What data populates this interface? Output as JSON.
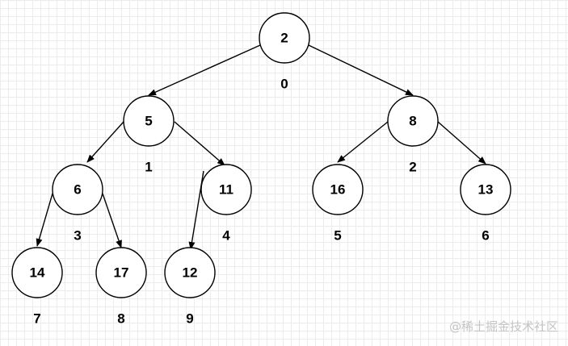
{
  "diagram": {
    "type": "binary-heap-tree",
    "colors": {
      "stroke": "#000000",
      "node_fill": "#ffffff",
      "grid": "#ececec",
      "watermark": "#c4c4c4"
    },
    "nodes": [
      {
        "value": "2",
        "index": "0"
      },
      {
        "value": "5",
        "index": "1"
      },
      {
        "value": "8",
        "index": "2"
      },
      {
        "value": "6",
        "index": "3"
      },
      {
        "value": "11",
        "index": "4"
      },
      {
        "value": "16",
        "index": "5"
      },
      {
        "value": "13",
        "index": "6"
      },
      {
        "value": "14",
        "index": "7"
      },
      {
        "value": "17",
        "index": "8"
      },
      {
        "value": "12",
        "index": "9"
      }
    ],
    "edges": [
      {
        "from": "2",
        "to": "5"
      },
      {
        "from": "2",
        "to": "8"
      },
      {
        "from": "5",
        "to": "6"
      },
      {
        "from": "5",
        "to": "11"
      },
      {
        "from": "8",
        "to": "16"
      },
      {
        "from": "8",
        "to": "13"
      },
      {
        "from": "6",
        "to": "14"
      },
      {
        "from": "6",
        "to": "17"
      },
      {
        "from": "11",
        "to": "12"
      }
    ]
  },
  "watermark": {
    "text": "@稀土掘金技术社区"
  }
}
